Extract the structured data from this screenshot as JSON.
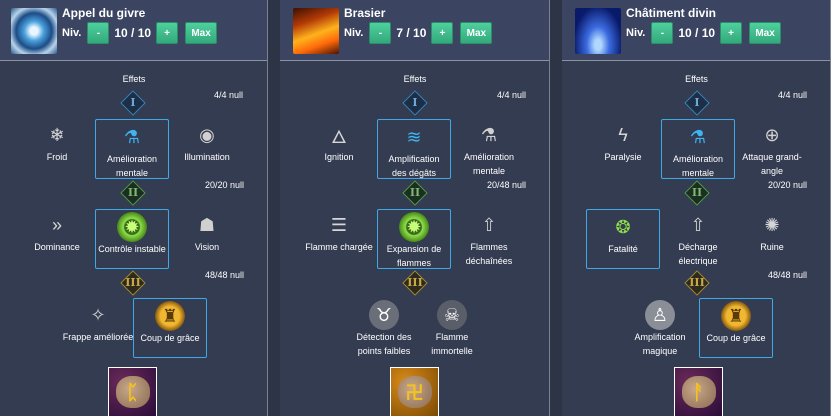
{
  "columns": [
    {
      "skill": {
        "name": "Appel du givre",
        "icon": "frost-call-icon",
        "level_label": "Niv.",
        "minus_label": "-",
        "level_value": "10 / 10",
        "plus_label": "+",
        "max_label": "Max"
      },
      "tree": {
        "effets_label": "Effets",
        "tiers": [
          {
            "numeral": "I",
            "count": "4/4 null",
            "nodes": [
              {
                "label": "Froid",
                "icon": "snowflake-icon",
                "selected": false
              },
              {
                "label": "Amélioration mentale",
                "icon": "potion-icon",
                "selected": true
              },
              {
                "label": "Illumination",
                "icon": "orb-up-icon",
                "selected": false
              }
            ]
          },
          {
            "numeral": "II",
            "count": "20/20 null",
            "nodes": [
              {
                "label": "Dominance",
                "icon": "chevrons-icon",
                "selected": false
              },
              {
                "label": "Contrôle instable",
                "icon": "green-burst-icon",
                "selected": true
              },
              {
                "label": "Vision",
                "icon": "hood-icon",
                "selected": false
              }
            ]
          },
          {
            "numeral": "III",
            "count": "48/48 null",
            "nodes": [
              {
                "label": "Frappe améliorée",
                "icon": "sparkle-hook-icon",
                "selected": false
              },
              {
                "label": "Coup de grâce",
                "icon": "golden-crest-icon",
                "selected": true
              }
            ]
          }
        ],
        "rune": {
          "glyph": "ᛈ",
          "icon": "rune-icon",
          "bg": "#3a1a48"
        }
      }
    },
    {
      "skill": {
        "name": "Brasier",
        "icon": "brasier-icon",
        "level_label": "Niv.",
        "minus_label": "-",
        "level_value": "7 / 10",
        "plus_label": "+",
        "max_label": "Max"
      },
      "tree": {
        "effets_label": "Effets",
        "tiers": [
          {
            "numeral": "I",
            "count": "4/4 null",
            "nodes": [
              {
                "label": "Ignition",
                "icon": "flame-icon",
                "selected": false
              },
              {
                "label": "Amplification des dégâts",
                "icon": "damage-rush-icon",
                "selected": true
              },
              {
                "label": "Amélioration mentale",
                "icon": "potion-icon",
                "selected": false
              }
            ]
          },
          {
            "numeral": "II",
            "count": "20/48 null",
            "nodes": [
              {
                "label": "Flamme chargée",
                "icon": "stack-icon",
                "selected": false
              },
              {
                "label": "Expansion de flammes",
                "icon": "green-burst-icon",
                "selected": true
              },
              {
                "label": "Flammes déchaînées",
                "icon": "rocket-icon",
                "selected": false
              }
            ]
          },
          {
            "numeral": "III",
            "count": "",
            "nodes": [
              {
                "label": "Détection des points faibles",
                "icon": "bull-skull-icon",
                "selected": false
              },
              {
                "label": "Flamme immortelle",
                "icon": "skull-icon",
                "selected": false
              }
            ]
          }
        ],
        "rune": {
          "glyph": "卍",
          "icon": "rune-icon",
          "bg": "#a8680a"
        }
      }
    },
    {
      "skill": {
        "name": "Châtiment divin",
        "icon": "divine-punishment-icon",
        "level_label": "Niv.",
        "minus_label": "-",
        "level_value": "10 / 10",
        "plus_label": "+",
        "max_label": "Max"
      },
      "tree": {
        "effets_label": "Effets",
        "tiers": [
          {
            "numeral": "I",
            "count": "4/4 null",
            "nodes": [
              {
                "label": "Paralysie",
                "icon": "lightning-icon",
                "selected": false
              },
              {
                "label": "Amélioration mentale",
                "icon": "potion-icon",
                "selected": true
              },
              {
                "label": "Attaque grand-angle",
                "icon": "crosshair-icon",
                "selected": false
              }
            ]
          },
          {
            "numeral": "II",
            "count": "20/20 null",
            "nodes": [
              {
                "label": "Fatalité",
                "icon": "green-swirl-icon",
                "selected": true
              },
              {
                "label": "Décharge électrique",
                "icon": "rocket-icon",
                "selected": false
              },
              {
                "label": "Ruine",
                "icon": "burst-icon",
                "selected": false
              }
            ]
          },
          {
            "numeral": "III",
            "count": "48/48 null",
            "nodes": [
              {
                "label": "Amplification magique",
                "icon": "statue-icon",
                "selected": false
              },
              {
                "label": "Coup de grâce",
                "icon": "golden-crest-icon",
                "selected": true
              }
            ]
          }
        ],
        "rune": {
          "glyph": "ᚨ",
          "icon": "rune-icon",
          "bg": "#3a1a48"
        }
      }
    }
  ],
  "colors": {
    "panel_bg": "#343c51",
    "header_bg": "#3b4460",
    "button_green": "#40bd8c",
    "selected_border": "#3fa8e6",
    "tier1": "#3a82b8",
    "tier2": "#4f9a4a",
    "tier3": "#a08a3a"
  }
}
